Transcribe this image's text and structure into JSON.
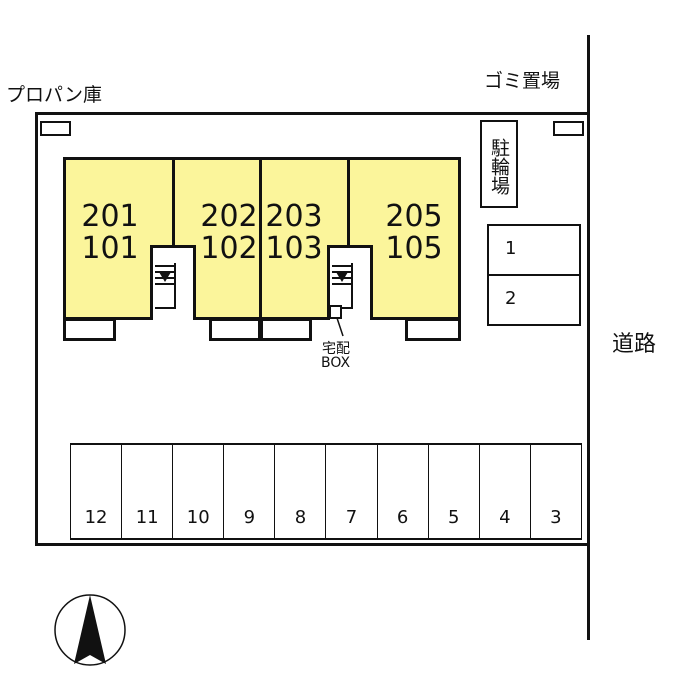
{
  "labels": {
    "propane": "プロパン庫",
    "garbage": "ゴミ置場",
    "bicycle": "駐輪場",
    "road": "道路",
    "delivery_box_line1": "宅配",
    "delivery_box_line2": "BOX"
  },
  "units": [
    {
      "upper": "201",
      "lower": "101"
    },
    {
      "upper": "202",
      "lower": "102"
    },
    {
      "upper": "203",
      "lower": "103"
    },
    {
      "upper": "205",
      "lower": "105"
    }
  ],
  "side_parking": [
    "1",
    "2"
  ],
  "bottom_parking": [
    "12",
    "11",
    "10",
    "9",
    "8",
    "7",
    "6",
    "5",
    "4",
    "3"
  ],
  "colors": {
    "unit_fill": "#fbf59b",
    "line": "#111111"
  }
}
